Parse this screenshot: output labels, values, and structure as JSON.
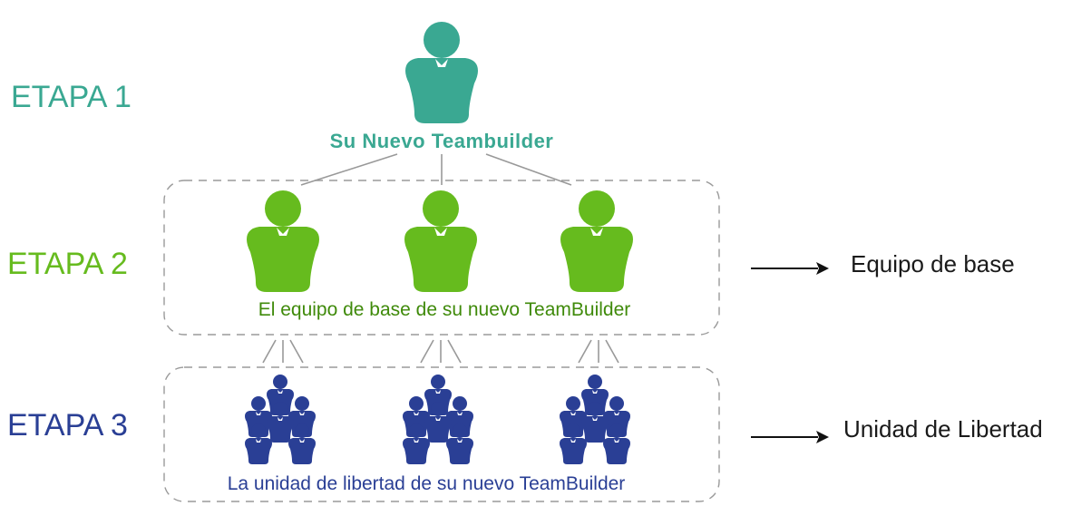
{
  "colors": {
    "teal": "#3aa892",
    "teal_dark": "#1f7f6c",
    "green": "#66bb1e",
    "green_dark": "#4a8f10",
    "green_text": "#3f8a0a",
    "blue": "#2a3f95",
    "blue_dark": "#1a2a70",
    "line": "#999999",
    "dash": "#9a9a9a",
    "text_dark": "#1a1a1a"
  },
  "stages": [
    {
      "label": "ETAPA 1",
      "caption": "Su Nuevo Teambuilder",
      "icon": "person-icon"
    },
    {
      "label": "ETAPA 2",
      "caption": "El equipo de base de su nuevo TeamBuilder",
      "icon": "person-icon"
    },
    {
      "label": "ETAPA 3",
      "caption": "La unidad de libertad de su nuevo TeamBuilder",
      "icon": "group-icon"
    }
  ],
  "side_labels": [
    "Equipo de base",
    "Unidad de Libertad"
  ]
}
